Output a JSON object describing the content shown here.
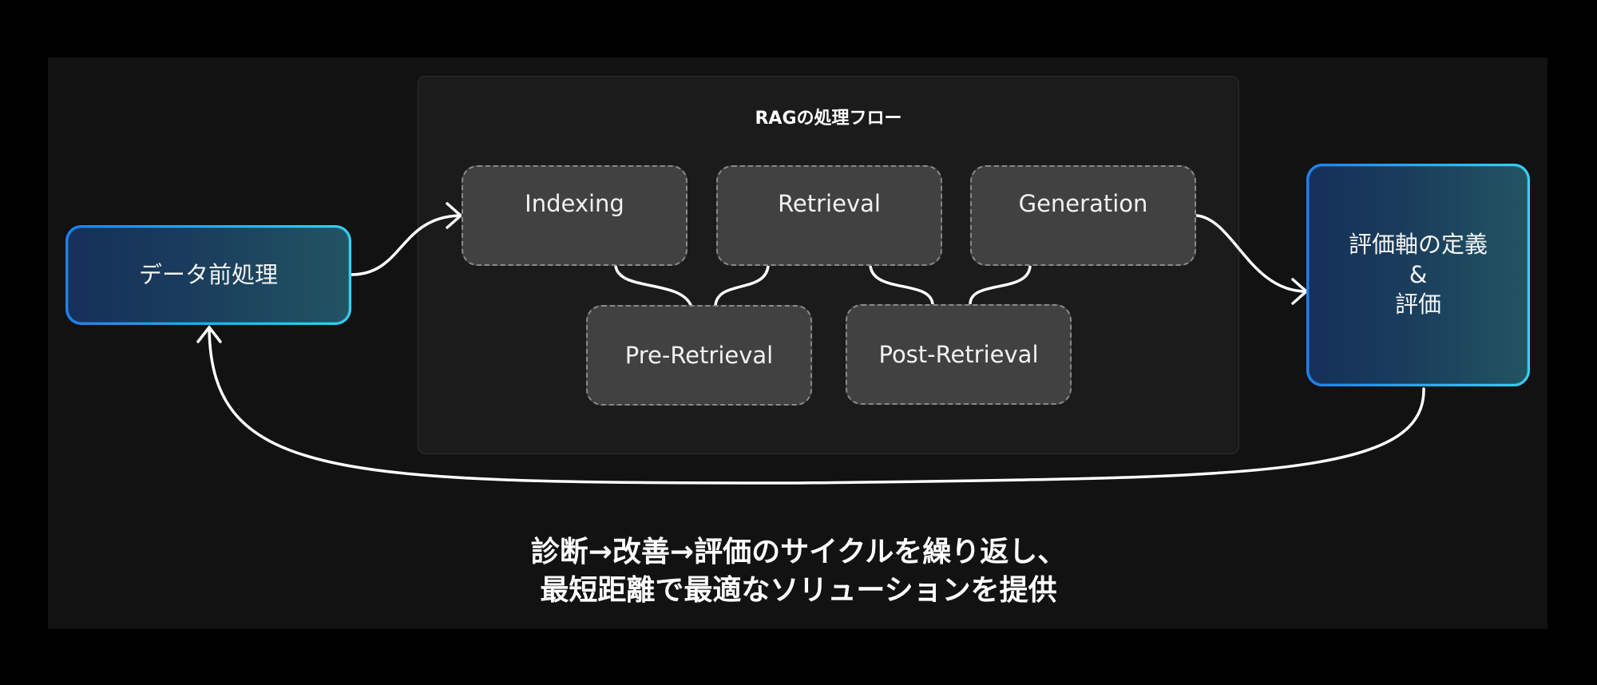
{
  "panel": {
    "title": "RAGの処理フロー"
  },
  "nodes": {
    "indexing": "Indexing",
    "retrieval": "Retrieval",
    "generation": "Generation",
    "pre_retrieval": "Pre-Retrieval",
    "post_retrieval": "Post-Retrieval"
  },
  "preprocess": {
    "label": "データ前処理"
  },
  "evaluation": {
    "line1": "評価軸の定義",
    "line2": "&",
    "line3": "評価"
  },
  "caption": {
    "line1": "診断→改善→評価のサイクルを繰り返し、",
    "line2": "最短距離で最適なソリューションを提供"
  },
  "colors": {
    "background": "#000000",
    "frame": "#121212",
    "panel": "#1b1b1b",
    "node_fill": "#414141",
    "node_border": "#8a8a8a",
    "accent_border_start": "#1e7ff0",
    "accent_border_end": "#35d2f0",
    "accent_fill_start": "#15305a",
    "accent_fill_end": "#225462",
    "connector": "#ffffff"
  }
}
